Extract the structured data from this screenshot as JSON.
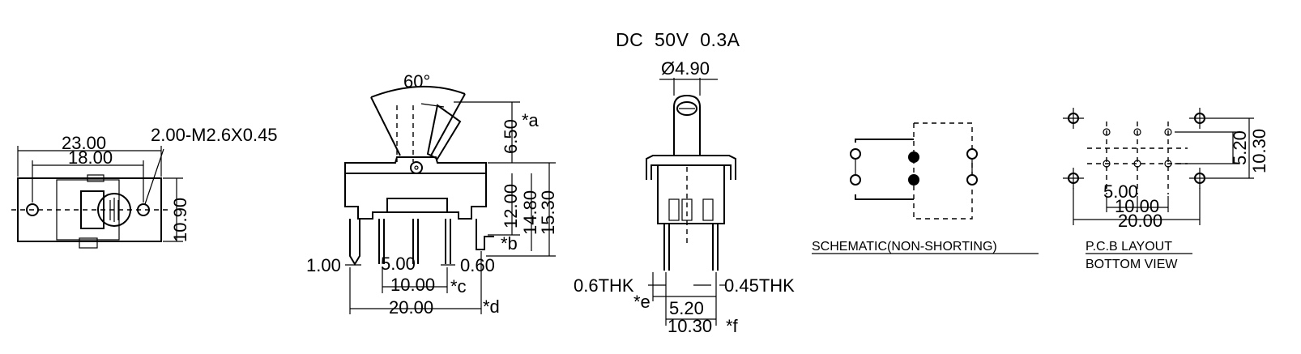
{
  "rating": "DC  50V  0.3A",
  "top_view": {
    "width_outer": "23.00",
    "hole_pitch": "18.00",
    "screw_note": "2.00-M2.6X0.45",
    "height": "10.90"
  },
  "front_view": {
    "angle": "60°",
    "lever_height": "6.50",
    "mark_a": "*a",
    "body_height": "12.00",
    "h2": "14.80",
    "h3": "15.30",
    "mark_b": "*b",
    "pin_width": "1.00",
    "pitch": "5.00",
    "pin_thk": "0.60",
    "span_10": "10.00",
    "mark_c": "*c",
    "span_20": "20.00",
    "mark_d": "*d"
  },
  "side_view": {
    "diameter": "Ø4.90",
    "thk_left": "0.6THK",
    "thk_right": "0.45THK",
    "mark_e": "*e",
    "pitch": "5.20",
    "span": "10.30",
    "mark_f": "*f"
  },
  "schematic": {
    "caption": "SCHEMATIC(NON-SHORTING)"
  },
  "pcb": {
    "caption1": "P.C.B LAYOUT",
    "caption2": "BOTTOM VIEW",
    "d_520": "5.20",
    "d_1030": "10.30",
    "d_500": "5.00",
    "d_1000": "10.00",
    "d_2000": "20.00"
  }
}
